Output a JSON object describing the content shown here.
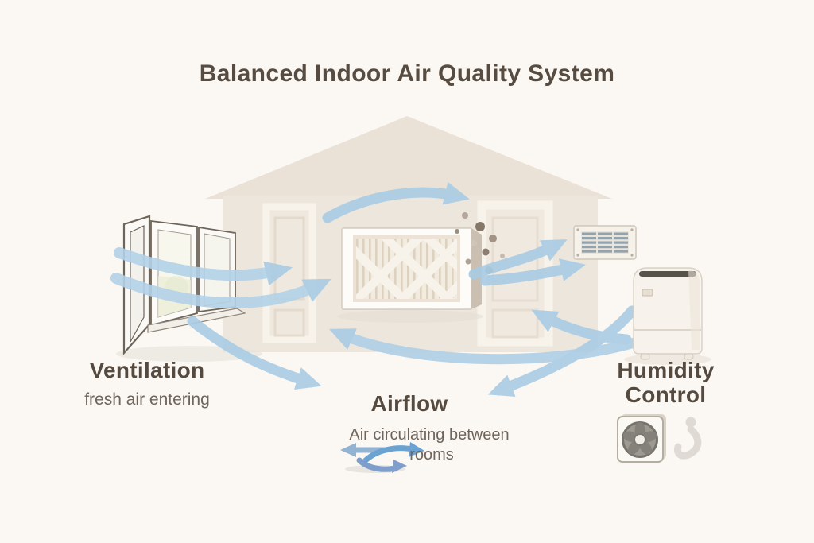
{
  "title": "Balanced Indoor Air Quality System",
  "labels": {
    "ventilation": {
      "title": "Ventilation",
      "subtitle": "fresh air entering"
    },
    "airflow": {
      "title": "Airflow",
      "subtitle_line1": "Air circulating between",
      "subtitle_line2": "rooms"
    },
    "humidity": {
      "title_line1": "Humidity",
      "title_line2": "Control"
    }
  },
  "icons": {
    "window": "open-window-icon",
    "filter": "air-filter-icon",
    "vent": "wall-vent-grille-icon",
    "dehumidifier": "dehumidifier-icon",
    "fan": "fan-unit-icon",
    "hook": "hook-squiggle-icon",
    "circulation": "circulation-arrows-icon",
    "particles": "dust-particles"
  },
  "colors": {
    "background": "#fbf7f2",
    "house": "#ece5da",
    "arrow_blue": "#a9cce4",
    "heading_text": "#554a40",
    "subtext": "#6e655c"
  },
  "arrows": [
    "window-to-filter-upper",
    "window-to-filter-lower",
    "filter-to-upper-right",
    "filter-to-vent-upper",
    "filter-to-vent-lower",
    "room-return-long",
    "dehumidifier-return",
    "dehumidifier-to-airflow",
    "window-to-airflow"
  ]
}
